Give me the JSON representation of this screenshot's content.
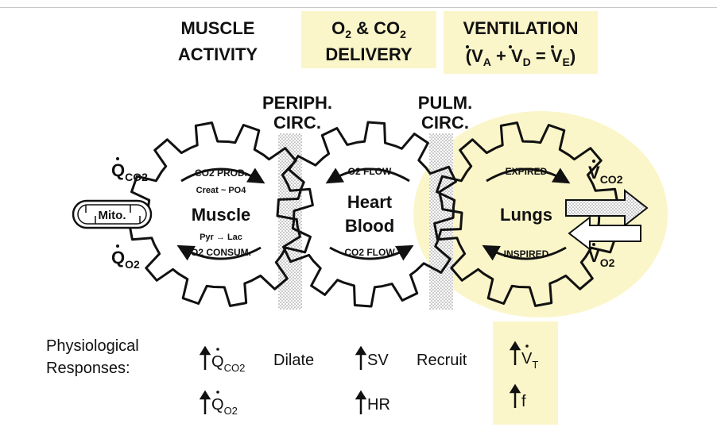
{
  "headers": {
    "muscle_activity": [
      "MUSCLE",
      "ACTIVITY"
    ],
    "delivery": {
      "line1_o": "O",
      "line1_mid": " & CO",
      "line2": "DELIVERY"
    },
    "ventilation": {
      "line1": "VENTILATION",
      "line2_parts": [
        "(V",
        "A",
        " + V",
        "D",
        " = V",
        "E",
        ")"
      ]
    }
  },
  "circulation": {
    "peripheral": [
      "PERIPH.",
      "CIRC."
    ],
    "pulmonary": [
      "PULM.",
      "CIRC."
    ]
  },
  "gears": {
    "muscle": {
      "label": "Muscle",
      "top_arrow": "CO2 PROD.",
      "top_note": "Creat ~ PO4",
      "bottom_note": "Pyr → Lac",
      "bottom_arrow": "O2 CONSUM.",
      "mito": "Mito."
    },
    "heart": {
      "label_1": "Heart",
      "label_2": "Blood",
      "top_arrow": "O2 FLOW",
      "bottom_arrow": "CO2 FLOW"
    },
    "lungs": {
      "label": "Lungs",
      "top_arrow": "EXPIRED",
      "bottom_arrow": "INSPIRED"
    }
  },
  "side_labels": {
    "q_co2": {
      "base": "Q",
      "sub": "CO2"
    },
    "q_o2": {
      "base": "Q",
      "sub": "O2"
    },
    "v_co2": {
      "base": "V",
      "sub": "CO2"
    },
    "v_o2": {
      "base": "V",
      "sub": "O2"
    }
  },
  "responses": {
    "title": [
      "Physiological",
      "Responses:"
    ],
    "row1": [
      "Q CO2",
      "Dilate",
      "SV",
      "Recruit",
      "V T"
    ],
    "row2": [
      "Q O2",
      "HR",
      "f"
    ]
  },
  "colors": {
    "highlight": "#fbf6c9",
    "ink": "#111111",
    "stipple": "#b5b5b5"
  }
}
